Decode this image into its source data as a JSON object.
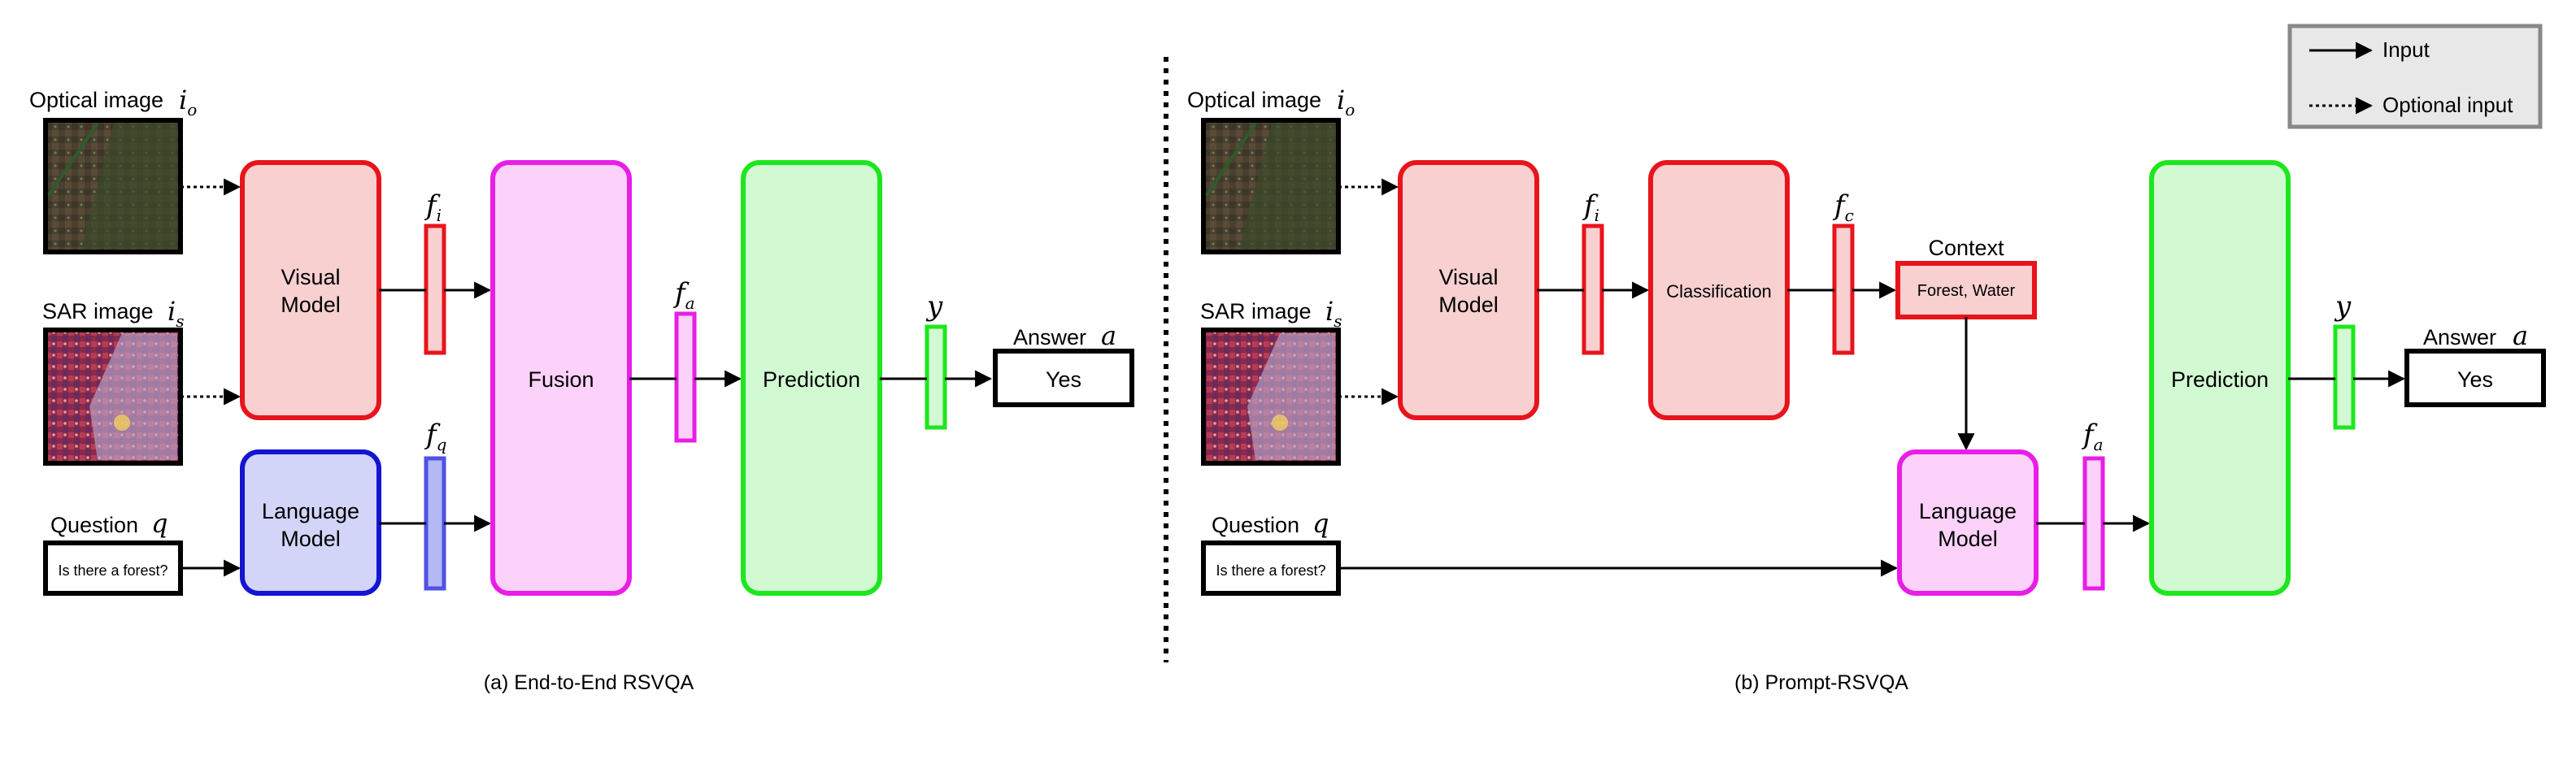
{
  "legend": {
    "solid_label": "Input",
    "dotted_label": "Optional input"
  },
  "panel_a": {
    "caption": "(a) End-to-End RSVQA",
    "optical_label": "Optical image",
    "optical_var": "i",
    "optical_sub": "o",
    "sar_label": "SAR image",
    "sar_var": "i",
    "sar_sub": "s",
    "question_label": "Question",
    "question_var": "q",
    "question_text": "Is there a forest?",
    "visual_model": [
      "Visual",
      "Model"
    ],
    "language_model": [
      "Language",
      "Model"
    ],
    "fusion": "Fusion",
    "prediction": "Prediction",
    "feat_i_var": "f",
    "feat_i_sub": "i",
    "feat_q_var": "f",
    "feat_q_sub": "q",
    "feat_a_var": "f",
    "feat_a_sub": "a",
    "y_var": "y",
    "answer_label": "Answer",
    "answer_var": "a",
    "answer_text": "Yes"
  },
  "panel_b": {
    "caption": "(b) Prompt-RSVQA",
    "optical_label": "Optical image",
    "optical_var": "i",
    "optical_sub": "o",
    "sar_label": "SAR image",
    "sar_var": "i",
    "sar_sub": "s",
    "question_label": "Question",
    "question_var": "q",
    "question_text": "Is there a forest?",
    "visual_model": [
      "Visual",
      "Model"
    ],
    "classification": "Classification",
    "context_label": "Context",
    "context_text": "Forest, Water",
    "language_model": [
      "Language",
      "Model"
    ],
    "prediction": "Prediction",
    "feat_i_var": "f",
    "feat_i_sub": "i",
    "feat_c_var": "f",
    "feat_c_sub": "c",
    "feat_a_var": "f",
    "feat_a_sub": "a",
    "y_var": "y",
    "answer_label": "Answer",
    "answer_var": "a",
    "answer_text": "Yes"
  },
  "colors": {
    "red_fill": "#f8d0d0",
    "red_stroke": "#e8141c",
    "blue_fill": "#d2d4f8",
    "blue_stroke": "#1414d2",
    "pink_fill": "#fcd2fa",
    "pink_stroke": "#e81ee6",
    "green_fill": "#d2fad2",
    "green_stroke": "#1ee61e",
    "featblue_fill": "#b4b8f4",
    "featblue_stroke": "#5050e6"
  }
}
